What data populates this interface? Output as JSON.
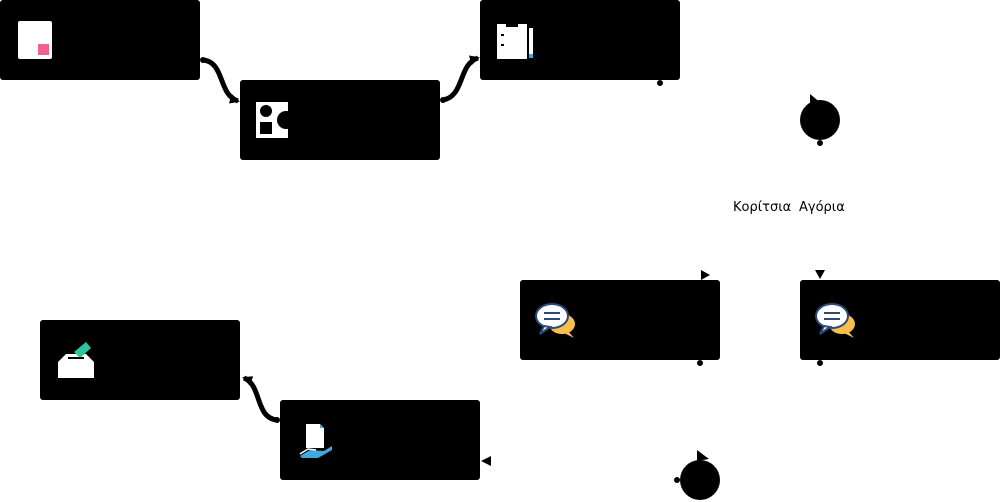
{
  "colors": {
    "node_fill": "#000000",
    "connector": "#000000",
    "accent_pink": "#f06292",
    "accent_teal": "#2bc4a0",
    "accent_blue": "#3fa9e0",
    "accent_yellow": "#f7c04a"
  },
  "branches": {
    "girls_label": "Κορίτσια",
    "boys_label": "Αγόρια"
  },
  "nodes": [
    {
      "id": "n1",
      "icon": "document-icon"
    },
    {
      "id": "n2",
      "icon": "shapes-icon"
    },
    {
      "id": "n3",
      "icon": "clipboard-pencil-icon"
    },
    {
      "id": "n4",
      "icon": "chat-bubbles-icon"
    },
    {
      "id": "n5",
      "icon": "chat-bubbles-icon"
    },
    {
      "id": "n6",
      "icon": "document-in-hand-icon"
    },
    {
      "id": "n7",
      "icon": "ballot-box-icon"
    }
  ]
}
